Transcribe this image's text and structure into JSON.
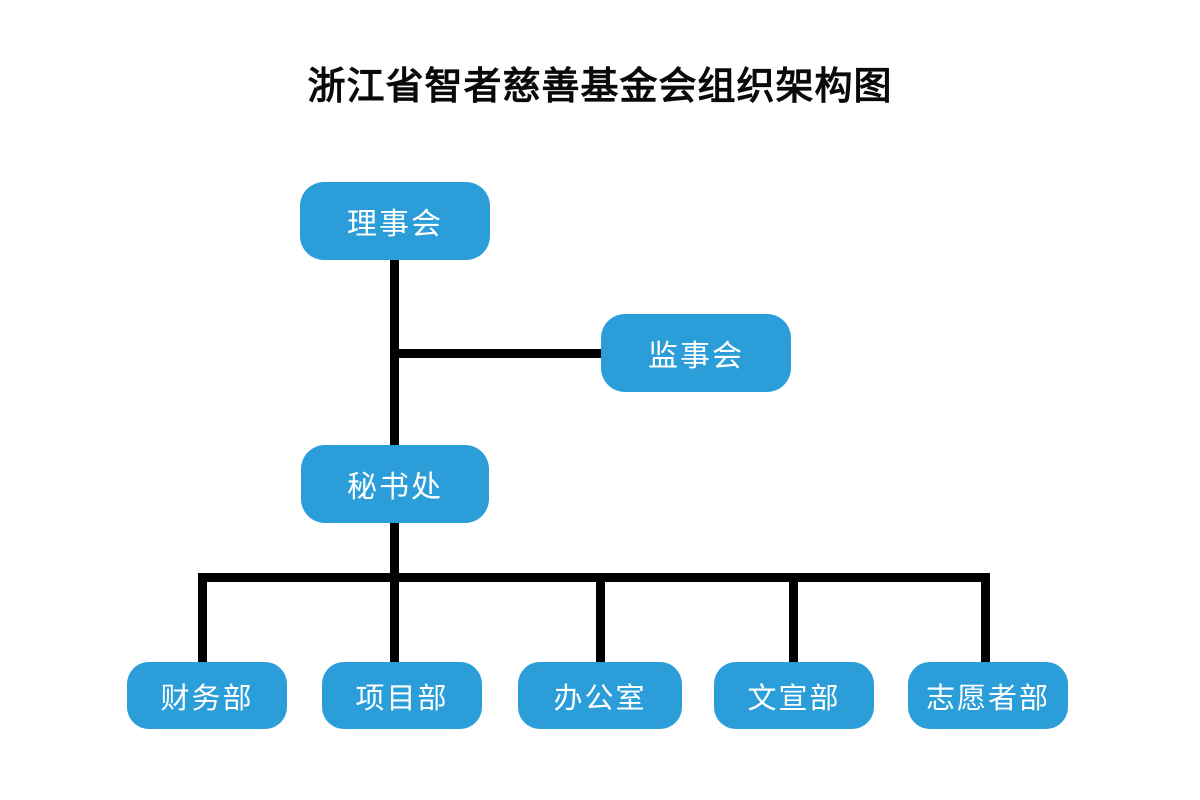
{
  "title": "浙江省智者慈善基金会组织架构图",
  "colors": {
    "node_fill": "#2B9ED9",
    "node_text": "#FFFFFF",
    "connector": "#000000",
    "background": "#FFFFFF"
  },
  "nodes": {
    "board": {
      "label": "理事会"
    },
    "supervisors": {
      "label": "监事会"
    },
    "secretariat": {
      "label": "秘书处"
    },
    "finance": {
      "label": "财务部"
    },
    "projects": {
      "label": "项目部"
    },
    "office": {
      "label": "办公室"
    },
    "publicity": {
      "label": "文宣部"
    },
    "volunteers": {
      "label": "志愿者部"
    }
  },
  "hierarchy": {
    "root": "理事会",
    "root_children": [
      "监事会",
      "秘书处"
    ],
    "secretariat_children": [
      "财务部",
      "项目部",
      "办公室",
      "文宣部",
      "志愿者部"
    ]
  }
}
